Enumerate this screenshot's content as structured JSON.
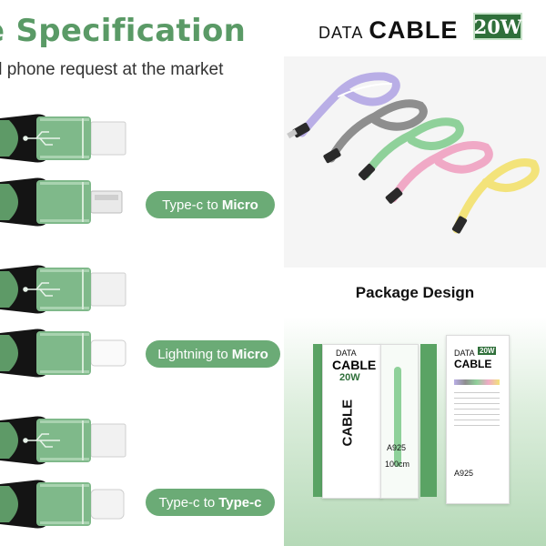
{
  "spec": {
    "title": "e Specification",
    "subtitle": "ll phone request at the market"
  },
  "labels": [
    {
      "prefix": "Type-c to",
      "bold": "Micro"
    },
    {
      "prefix": "Lightning to",
      "bold": "Micro"
    },
    {
      "prefix": "Type-c to",
      "bold": "Type-c"
    }
  ],
  "brand": {
    "data": "DATA",
    "cable": "CABLE",
    "watt": "20W"
  },
  "package": {
    "title": "Package Design",
    "box_text": {
      "data": "DATA",
      "cable": "CABLE",
      "watt": "20W",
      "model": "A925",
      "length": "100cm"
    }
  },
  "cable_colors": [
    "#b9aee6",
    "#8e8e8e",
    "#8fd19a",
    "#f0a9c6",
    "#f3e37a"
  ],
  "colors": {
    "accent": "#6bab76",
    "title": "#5a9a66",
    "plug_green": "#7fb98a",
    "plug_black": "#141414"
  }
}
